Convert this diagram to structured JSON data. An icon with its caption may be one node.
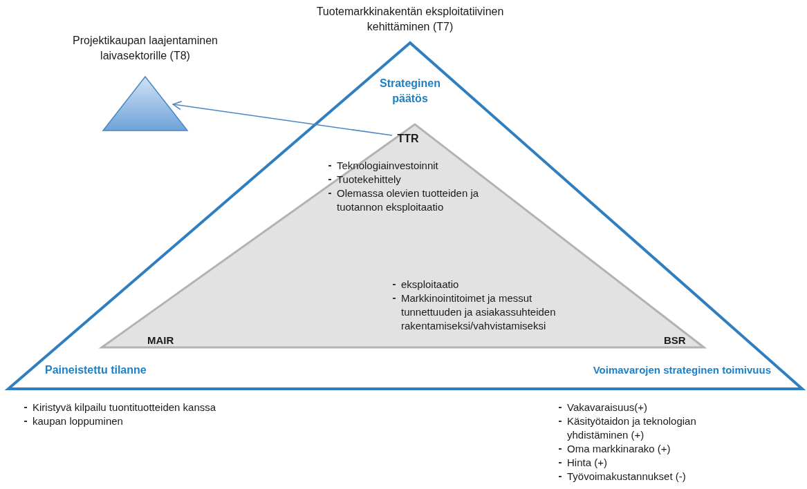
{
  "diagram": {
    "nodes": [
      {
        "text": [
          "Tuotemarkkinakentän eksploitatiivinen kehittäminen (T7)",
          "Strateginen päätös",
          "Paineistettu tilanne",
          "Voimavarojen strateginen toimivuus"
        ]
      },
      {
        "text": [
          "TTR",
          "Teknologiainvestoinnit",
          "Tuotekehittely",
          "Olemassa olevien tuotteiden ja tuotannon eksploitaatio",
          "eksploitaatio",
          "Markkinointitoimet ja messut tunnettuuden ja asiakassuhteiden rakentamiseksi/vahvistamiseksi",
          "MAIR",
          "BSR"
        ],
        "in": 0
      },
      {
        "text": [
          "Projektikaupan laajentaminen laivasektorille (T8)"
        ]
      }
    ],
    "edges": [
      {
        "from": 1,
        "to": 2,
        "arrow": "to"
      }
    ],
    "labels": [
      "Kiristyvä kilpailu tuontituotteiden kanssa",
      "kaupan loppuminen",
      "Vakavaraisuus(+)",
      "Käsityötaidon ja teknologian yhdistäminen (+)",
      "Oma markkinarako (+)",
      "Hinta (+)",
      "Työvoimakustannukset (-)"
    ]
  }
}
